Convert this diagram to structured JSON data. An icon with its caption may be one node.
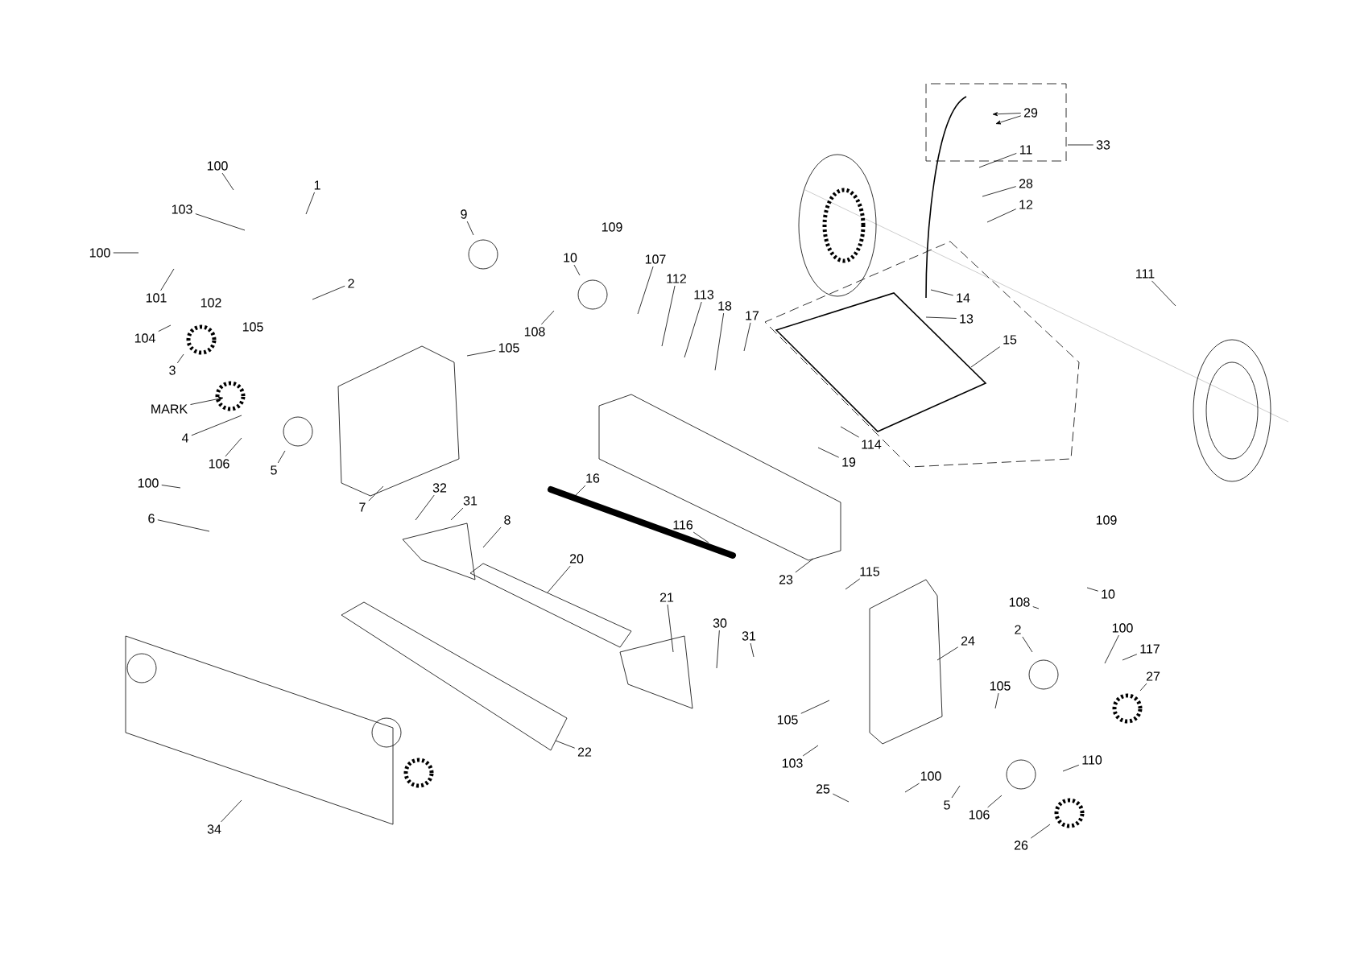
{
  "diagram": {
    "nodes": [
      {
        "text": [
          "29"
        ]
      },
      {
        "text": [
          "33"
        ]
      },
      {
        "text": [
          "11"
        ]
      },
      {
        "text": [
          "100"
        ]
      },
      {
        "text": [
          "1"
        ]
      },
      {
        "text": [
          "28"
        ]
      },
      {
        "text": [
          "12"
        ]
      },
      {
        "text": [
          "103"
        ]
      },
      {
        "text": [
          "9"
        ]
      },
      {
        "text": [
          "100"
        ]
      },
      {
        "text": [
          "10"
        ]
      },
      {
        "text": [
          "107"
        ]
      },
      {
        "text": [
          "112"
        ]
      },
      {
        "text": [
          "2"
        ]
      },
      {
        "text": [
          "111"
        ]
      },
      {
        "text": [
          "113"
        ]
      },
      {
        "text": [
          "101"
        ]
      },
      {
        "text": [
          "14"
        ]
      },
      {
        "text": [
          "18"
        ]
      },
      {
        "text": [
          "17"
        ]
      },
      {
        "text": [
          "13"
        ]
      },
      {
        "text": [
          "108"
        ]
      },
      {
        "text": [
          "104"
        ]
      },
      {
        "text": [
          "105"
        ]
      },
      {
        "text": [
          "15"
        ]
      },
      {
        "text": [
          "3"
        ]
      },
      {
        "text": [
          "MARK"
        ]
      },
      {
        "text": [
          "4"
        ]
      },
      {
        "text": [
          "114"
        ]
      },
      {
        "text": [
          "106"
        ]
      },
      {
        "text": [
          "19"
        ]
      },
      {
        "text": [
          "5"
        ]
      },
      {
        "text": [
          "100"
        ]
      },
      {
        "text": [
          "16"
        ]
      },
      {
        "text": [
          "32"
        ]
      },
      {
        "text": [
          "31"
        ]
      },
      {
        "text": [
          "7"
        ]
      },
      {
        "text": [
          "6"
        ]
      },
      {
        "text": [
          "8"
        ]
      },
      {
        "text": [
          "116"
        ]
      },
      {
        "text": [
          "20"
        ]
      },
      {
        "text": [
          "115"
        ]
      },
      {
        "text": [
          "23"
        ]
      },
      {
        "text": [
          "10"
        ]
      },
      {
        "text": [
          "21"
        ]
      },
      {
        "text": [
          "108"
        ]
      },
      {
        "text": [
          "30"
        ]
      },
      {
        "text": [
          "100"
        ]
      },
      {
        "text": [
          "31"
        ]
      },
      {
        "text": [
          "2"
        ]
      },
      {
        "text": [
          "24"
        ]
      },
      {
        "text": [
          "117"
        ]
      },
      {
        "text": [
          "27"
        ]
      },
      {
        "text": [
          "105"
        ]
      },
      {
        "text": [
          "105"
        ]
      },
      {
        "text": [
          "22"
        ]
      },
      {
        "text": [
          "110"
        ]
      },
      {
        "text": [
          "103"
        ]
      },
      {
        "text": [
          "100"
        ]
      },
      {
        "text": [
          "25"
        ]
      },
      {
        "text": [
          "5"
        ]
      },
      {
        "text": [
          "106"
        ]
      },
      {
        "text": [
          "34"
        ]
      },
      {
        "text": [
          "26"
        ]
      }
    ],
    "edges": [
      {
        "from": 0,
        "to": null,
        "arrow": "to"
      },
      {
        "from": 0,
        "to": null,
        "arrow": "to"
      },
      {
        "from": 1,
        "to": null,
        "arrow": "none"
      },
      {
        "from": 2,
        "to": null,
        "arrow": "none"
      },
      {
        "from": 3,
        "to": null,
        "arrow": "none"
      },
      {
        "from": 4,
        "to": null,
        "arrow": "none"
      },
      {
        "from": 5,
        "to": null,
        "arrow": "none"
      },
      {
        "from": 6,
        "to": null,
        "arrow": "none"
      },
      {
        "from": 7,
        "to": null,
        "arrow": "none"
      },
      {
        "from": 8,
        "to": null,
        "arrow": "none"
      },
      {
        "from": 9,
        "to": null,
        "arrow": "none"
      },
      {
        "from": 10,
        "to": null,
        "arrow": "none"
      },
      {
        "from": 11,
        "to": null,
        "arrow": "none"
      },
      {
        "from": 12,
        "to": null,
        "arrow": "none"
      },
      {
        "from": 13,
        "to": null,
        "arrow": "none"
      },
      {
        "from": 14,
        "to": null,
        "arrow": "none"
      },
      {
        "from": 15,
        "to": null,
        "arrow": "none"
      },
      {
        "from": 16,
        "to": null,
        "arrow": "none"
      },
      {
        "from": 17,
        "to": null,
        "arrow": "none"
      },
      {
        "from": 18,
        "to": null,
        "arrow": "none"
      },
      {
        "from": 19,
        "to": null,
        "arrow": "none"
      },
      {
        "from": 20,
        "to": null,
        "arrow": "none"
      },
      {
        "from": 21,
        "to": null,
        "arrow": "none"
      },
      {
        "from": 22,
        "to": null,
        "arrow": "none"
      },
      {
        "from": 23,
        "to": null,
        "arrow": "none"
      },
      {
        "from": 24,
        "to": null,
        "arrow": "none"
      },
      {
        "from": 25,
        "to": null,
        "arrow": "none"
      },
      {
        "from": 26,
        "to": null,
        "arrow": "to"
      },
      {
        "from": 27,
        "to": null,
        "arrow": "none"
      },
      {
        "from": 28,
        "to": null,
        "arrow": "none"
      },
      {
        "from": 29,
        "to": null,
        "arrow": "none"
      },
      {
        "from": 30,
        "to": null,
        "arrow": "none"
      },
      {
        "from": 31,
        "to": null,
        "arrow": "none"
      },
      {
        "from": 32,
        "to": null,
        "arrow": "none"
      },
      {
        "from": 33,
        "to": null,
        "arrow": "none"
      },
      {
        "from": 34,
        "to": null,
        "arrow": "none"
      },
      {
        "from": 35,
        "to": null,
        "arrow": "none"
      },
      {
        "from": 36,
        "to": null,
        "arrow": "none"
      },
      {
        "from": 37,
        "to": null,
        "arrow": "none"
      },
      {
        "from": 38,
        "to": null,
        "arrow": "none"
      },
      {
        "from": 39,
        "to": null,
        "arrow": "none"
      },
      {
        "from": 40,
        "to": null,
        "arrow": "none"
      },
      {
        "from": 41,
        "to": null,
        "arrow": "none"
      },
      {
        "from": 42,
        "to": null,
        "arrow": "none"
      },
      {
        "from": 43,
        "to": null,
        "arrow": "none"
      },
      {
        "from": 44,
        "to": null,
        "arrow": "none"
      },
      {
        "from": 45,
        "to": null,
        "arrow": "none"
      },
      {
        "from": 46,
        "to": null,
        "arrow": "none"
      },
      {
        "from": 47,
        "to": null,
        "arrow": "none"
      },
      {
        "from": 48,
        "to": null,
        "arrow": "none"
      },
      {
        "from": 49,
        "to": null,
        "arrow": "none"
      },
      {
        "from": 50,
        "to": null,
        "arrow": "none"
      },
      {
        "from": 51,
        "to": null,
        "arrow": "none"
      },
      {
        "from": 52,
        "to": null,
        "arrow": "none"
      },
      {
        "from": 53,
        "to": null,
        "arrow": "none"
      },
      {
        "from": 54,
        "to": null,
        "arrow": "none"
      },
      {
        "from": 55,
        "to": null,
        "arrow": "none"
      },
      {
        "from": 56,
        "to": null,
        "arrow": "none"
      },
      {
        "from": 57,
        "to": null,
        "arrow": "none"
      },
      {
        "from": 58,
        "to": null,
        "arrow": "none"
      },
      {
        "from": 59,
        "to": null,
        "arrow": "none"
      },
      {
        "from": 60,
        "to": null,
        "arrow": "none"
      },
      {
        "from": 61,
        "to": null,
        "arrow": "none"
      },
      {
        "from": 62,
        "to": null,
        "arrow": "none"
      },
      {
        "from": 63,
        "to": null,
        "arrow": "none"
      }
    ],
    "labels": [
      "102",
      "105",
      "109",
      "109"
    ]
  }
}
